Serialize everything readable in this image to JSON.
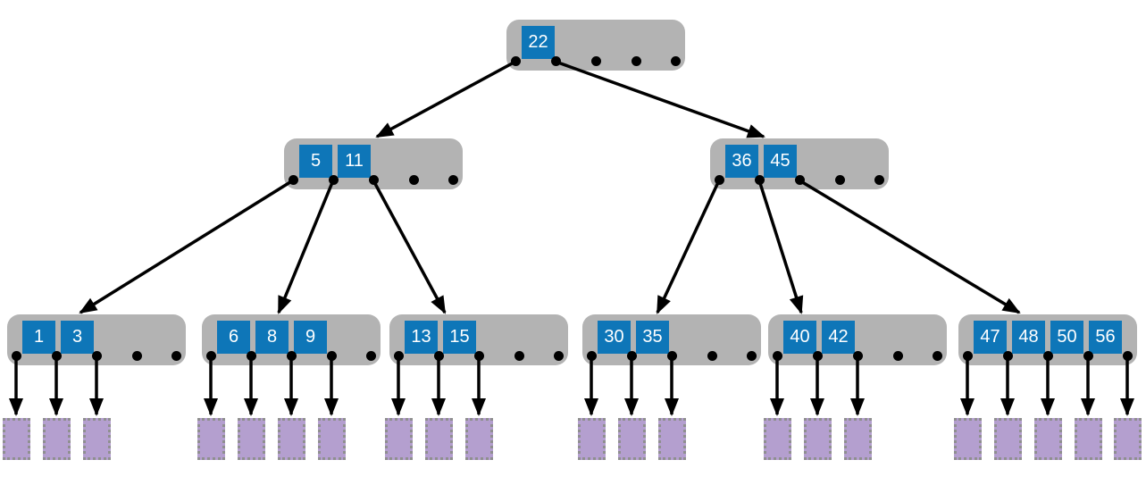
{
  "diagram": {
    "type": "b-tree",
    "colors": {
      "background": "#ffffff",
      "node_fill": "#b3b3b3",
      "key_fill": "#0e76b8",
      "key_text": "#ffffff",
      "record_fill": "#b49fcf",
      "record_border": "#8f8f8f",
      "arrow": "#000000"
    },
    "nodes": [
      {
        "id": "root",
        "level": 0,
        "keys": [
          "22"
        ],
        "pointer_dots": 5
      },
      {
        "id": "internal-left",
        "level": 1,
        "keys": [
          "5",
          "11"
        ],
        "pointer_dots": 5
      },
      {
        "id": "internal-right",
        "level": 1,
        "keys": [
          "36",
          "45"
        ],
        "pointer_dots": 5
      },
      {
        "id": "leaf-1",
        "level": 2,
        "keys": [
          "1",
          "3"
        ],
        "pointer_dots": 5,
        "record_blocks": 3
      },
      {
        "id": "leaf-2",
        "level": 2,
        "keys": [
          "6",
          "8",
          "9"
        ],
        "pointer_dots": 5,
        "record_blocks": 4
      },
      {
        "id": "leaf-3",
        "level": 2,
        "keys": [
          "13",
          "15"
        ],
        "pointer_dots": 5,
        "record_blocks": 3
      },
      {
        "id": "leaf-4",
        "level": 2,
        "keys": [
          "30",
          "35"
        ],
        "pointer_dots": 5,
        "record_blocks": 3
      },
      {
        "id": "leaf-5",
        "level": 2,
        "keys": [
          "40",
          "42"
        ],
        "pointer_dots": 5,
        "record_blocks": 3
      },
      {
        "id": "leaf-6",
        "level": 2,
        "keys": [
          "47",
          "48",
          "50",
          "56"
        ],
        "pointer_dots": 5,
        "record_blocks": 5
      }
    ],
    "edges": [
      {
        "from": "root",
        "dot": 0,
        "to": "internal-left"
      },
      {
        "from": "root",
        "dot": 1,
        "to": "internal-right"
      },
      {
        "from": "internal-left",
        "dot": 0,
        "to": "leaf-1"
      },
      {
        "from": "internal-left",
        "dot": 1,
        "to": "leaf-2"
      },
      {
        "from": "internal-left",
        "dot": 2,
        "to": "leaf-3"
      },
      {
        "from": "internal-right",
        "dot": 0,
        "to": "leaf-4"
      },
      {
        "from": "internal-right",
        "dot": 1,
        "to": "leaf-5"
      },
      {
        "from": "internal-right",
        "dot": 2,
        "to": "leaf-6"
      }
    ]
  }
}
